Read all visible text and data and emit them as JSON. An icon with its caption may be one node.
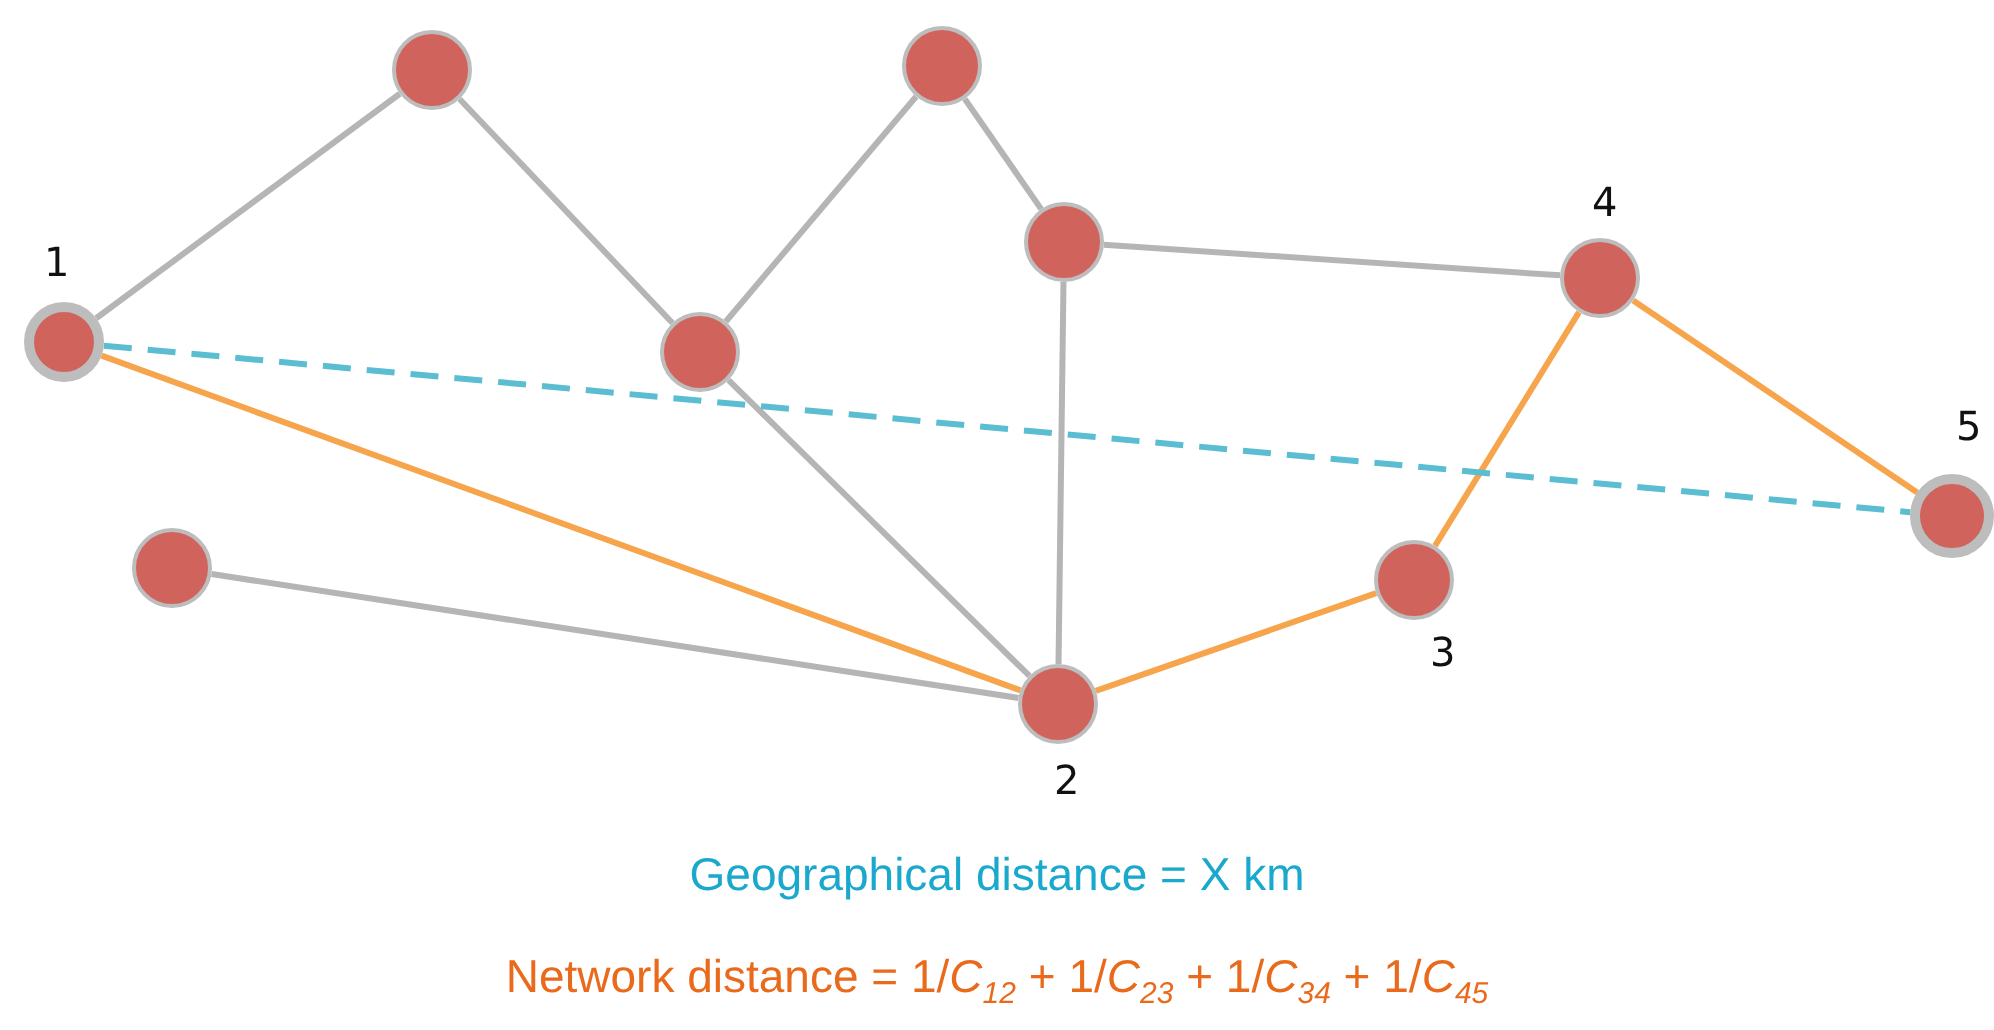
{
  "diagram": {
    "nodes": [
      {
        "text": [],
        "shape": "circle"
      },
      {
        "text": [],
        "shape": "circle"
      },
      {
        "text": [],
        "shape": "circle",
        "beside": [
          "1"
        ]
      },
      {
        "text": [],
        "shape": "circle"
      },
      {
        "text": [],
        "shape": "circle",
        "beside": [
          "4"
        ]
      },
      {
        "text": [],
        "shape": "circle"
      },
      {
        "text": [],
        "shape": "circle",
        "beside": [
          "5"
        ]
      },
      {
        "text": [],
        "shape": "circle"
      },
      {
        "text": [],
        "shape": "circle",
        "beside": [
          "3"
        ]
      },
      {
        "text": [],
        "shape": "circle",
        "beside": [
          "2"
        ]
      }
    ],
    "edges": [
      {
        "from": 2,
        "to": 0,
        "arrow": "none"
      },
      {
        "from": 0,
        "to": 5,
        "arrow": "none"
      },
      {
        "from": 5,
        "to": 1,
        "arrow": "none"
      },
      {
        "from": 1,
        "to": 3,
        "arrow": "none"
      },
      {
        "from": 3,
        "to": 4,
        "arrow": "none"
      },
      {
        "from": 3,
        "to": 9,
        "arrow": "none"
      },
      {
        "from": 5,
        "to": 9,
        "arrow": "none"
      },
      {
        "from": 7,
        "to": 9,
        "arrow": "none"
      },
      {
        "from": 2,
        "to": 9,
        "arrow": "none",
        "color": "#f6a54c"
      },
      {
        "from": 9,
        "to": 8,
        "arrow": "none",
        "color": "#f6a54c"
      },
      {
        "from": 8,
        "to": 4,
        "arrow": "none",
        "color": "#f6a54c"
      },
      {
        "from": 4,
        "to": 6,
        "arrow": "none",
        "color": "#f6a54c"
      },
      {
        "from": 2,
        "to": 6,
        "arrow": "none",
        "style": "dashed",
        "color": "#5bbdd2"
      }
    ],
    "labels": [
      "Geographical distance = X km",
      "Network distance = 1/*C*$_{12}$ + 1/*C*$_{23}$ + 1/*C*$_{34}$ + 1/*C*$_{45}$"
    ]
  }
}
